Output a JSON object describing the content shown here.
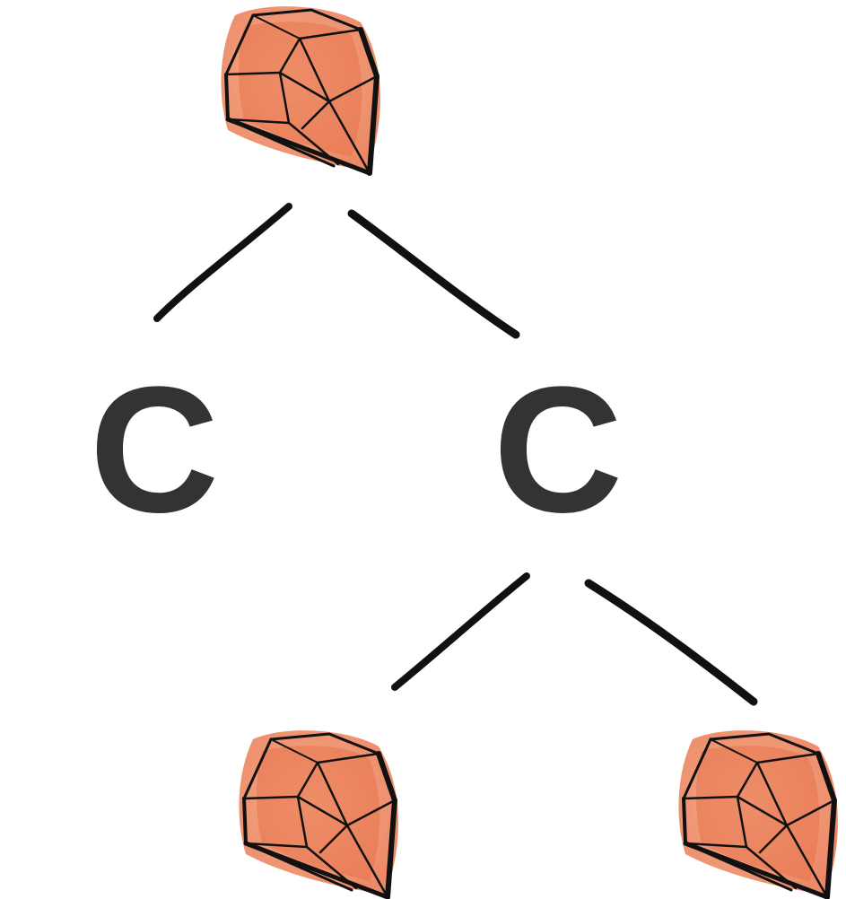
{
  "colors": {
    "background": "#ffffff",
    "edge": "#111111",
    "letter": "#333333",
    "gem_fill": "#e8734a",
    "gem_fill_light": "#f3a079",
    "gem_stroke": "#111111"
  },
  "icons": {
    "gem": "ruby-gem-icon"
  },
  "tree": {
    "root": {
      "kind": "gem"
    },
    "left_child": {
      "kind": "letter",
      "label": "C"
    },
    "right_child": {
      "kind": "letter",
      "label": "C",
      "children": [
        {
          "kind": "gem"
        },
        {
          "kind": "gem"
        }
      ]
    }
  }
}
